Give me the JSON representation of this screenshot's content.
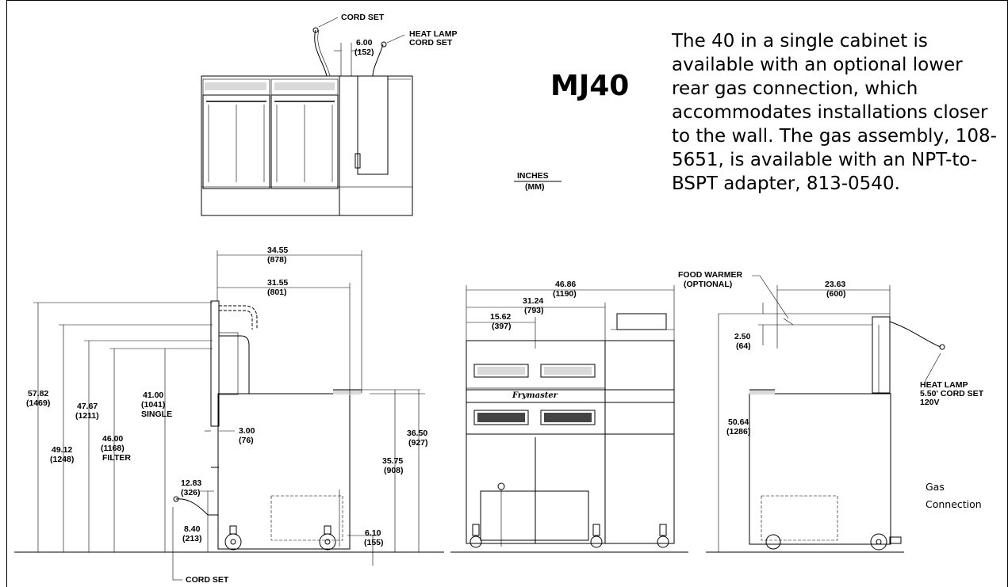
{
  "title": "MJ40",
  "description": "The 40 in a single cabinet is available with an optional lower rear gas connection, which accommodates installations closer to the wall. The gas assembly, 108-5651, is available with an NPT-to-BSPT adapter, 813-0540.",
  "gas_connection_note": "Gas Connection",
  "units_legend": {
    "top": "INCHES",
    "bottom": "(MM)"
  },
  "callouts": {
    "cord_set_top": "CORD SET",
    "heat_lamp_cord_set": [
      "HEAT LAMP",
      "CORD SET"
    ],
    "cord_set_bottom": "CORD SET",
    "food_warmer": [
      "FOOD WARMER",
      "(OPTIONAL)"
    ],
    "heat_lamp_right": [
      "HEAT LAMP",
      "5.50' CORD SET",
      "120V"
    ],
    "brand": "Frymaster"
  },
  "dimensions": {
    "top_offset": [
      "6.00",
      "(152)"
    ],
    "side_depth_overall": [
      "34.55",
      "(878)"
    ],
    "side_depth_body": [
      "31.55",
      "(801)"
    ],
    "height_57": [
      "57.82",
      "(1469)"
    ],
    "height_49": [
      "49.12",
      "(1248)"
    ],
    "height_47": [
      "47.67",
      "(1211)"
    ],
    "height_46": [
      "46.00",
      "(1168)",
      "FILTER"
    ],
    "height_41": [
      "41.00",
      "(1041)",
      "SINGLE"
    ],
    "offset_3": [
      "3.00",
      "(76)"
    ],
    "height_12": [
      "12.83",
      "(326)"
    ],
    "height_8": [
      "8.40",
      "(213)"
    ],
    "height_36": [
      "36.50",
      "(927)"
    ],
    "height_35": [
      "35.75",
      "(908)"
    ],
    "height_6": [
      "6.10",
      "(155)"
    ],
    "front_width_overall": [
      "46.86",
      "(1190)"
    ],
    "front_width_31": [
      "31.24",
      "(793)"
    ],
    "front_width_15": [
      "15.62",
      "(397)"
    ],
    "right_width": [
      "23.63",
      "(600)"
    ],
    "right_offset": [
      "2.50",
      "(64)"
    ],
    "right_height": [
      "50.64",
      "(1286)"
    ]
  }
}
